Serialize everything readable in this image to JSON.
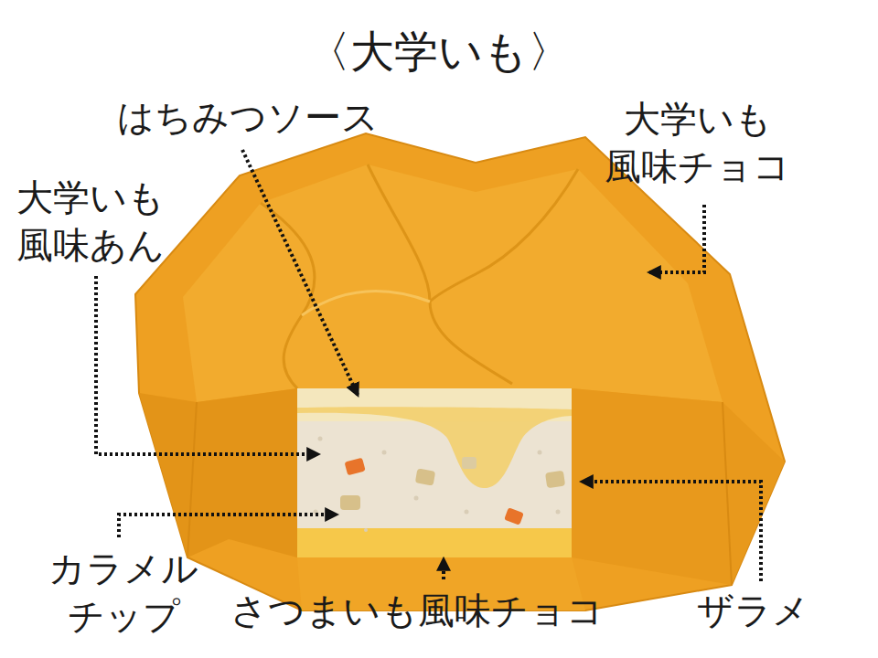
{
  "diagram": {
    "title": "〈大学いも〉",
    "labels": [
      "はちみつソース",
      "大学いも 風味チョコ",
      "大学いも 風味あん",
      "カラメル チップ",
      "さつまいも風味チョコ",
      "ザラメ"
    ]
  }
}
